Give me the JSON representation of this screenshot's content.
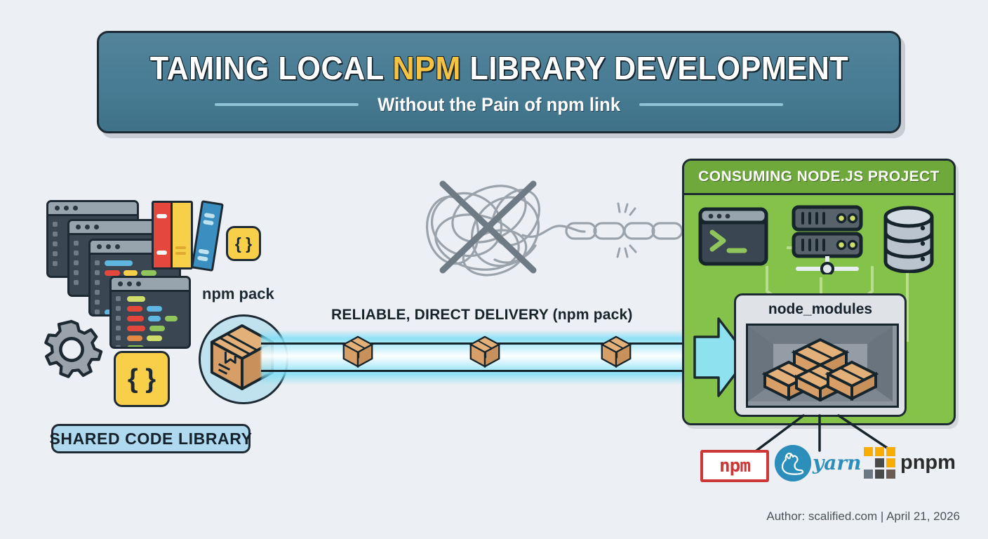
{
  "background_color": "#eceff3",
  "banner": {
    "title_part1": "TAMING LOCAL ",
    "title_highlight": "NPM",
    "title_part2": " LIBRARY DEVELOPMENT",
    "subtitle": "Without the Pain of npm link",
    "bg_color": "#477c94",
    "highlight_color": "#f5c242",
    "text_color": "#ffffff"
  },
  "left": {
    "badge_label": "SHARED CODE LIBRARY",
    "badge_color": "#aed9ef",
    "pack_label": "npm pack",
    "json_tile_glyph": "{ }",
    "icons": {
      "gear": "gear-icon",
      "books": "books-icon",
      "code_windows": "code-window-icon",
      "package_box": "package-box-icon"
    },
    "books": [
      {
        "color": "#e4473c",
        "name": "red-book"
      },
      {
        "color": "#f8cf49",
        "name": "yellow-book"
      },
      {
        "color": "#3b8fc0",
        "name": "blue-book"
      }
    ],
    "code_windows_count": 4
  },
  "center": {
    "tangle_icon": "tangled-scribble-icon",
    "cross_icon": "cross-out-icon",
    "chain_icon": "broken-chain-icon",
    "delivery_label": "RELIABLE, DIRECT DELIVERY (npm pack)",
    "beam_color": "#7bdef7",
    "moving_boxes": 3
  },
  "project": {
    "header": "CONSUMING NODE.JS PROJECT",
    "panel_color": "#84c24a",
    "header_color": "#6fa93c",
    "node_modules_label": "node_modules",
    "packages_in_store": 4,
    "icons": [
      {
        "name": "terminal-icon",
        "prompt": ">_"
      },
      {
        "name": "server-rack-icon"
      },
      {
        "name": "database-icon"
      }
    ]
  },
  "package_managers": [
    {
      "name": "npm",
      "label": "npm",
      "color": "#cb3837"
    },
    {
      "name": "yarn",
      "label": "yarn",
      "color": "#2c8ebb"
    },
    {
      "name": "pnpm",
      "label": "pnpm",
      "color": "#f9ad00"
    }
  ],
  "footer": {
    "text": "Author: scalified.com | April 21, 2026"
  }
}
